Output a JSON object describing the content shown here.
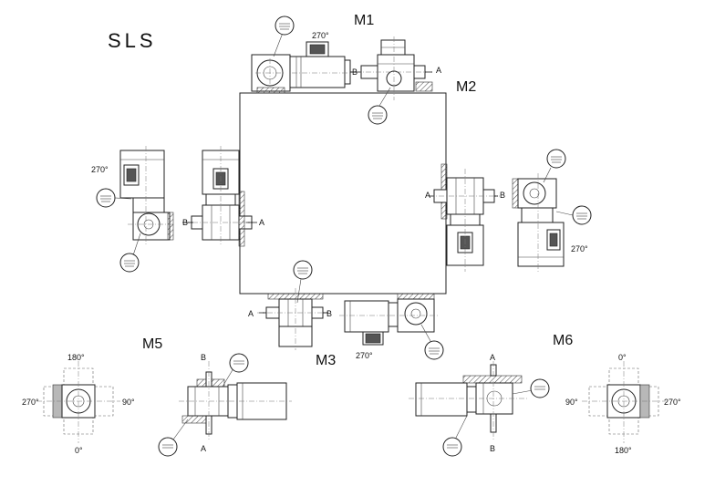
{
  "diagram": {
    "title": "SLS",
    "positions": {
      "m1": "M1",
      "m2": "M2",
      "m3": "M3",
      "m5": "M5",
      "m6": "M6"
    },
    "angles": {
      "m1_box": "270°",
      "left_box": "270°",
      "right_box": "270°",
      "m3_box": "270°",
      "m5_top": "180°",
      "m5_left": "270°",
      "m5_right": "90°",
      "m5_bottom": "0°",
      "m6_top": "0°",
      "m6_left": "90°",
      "m6_right": "270°",
      "m6_bottom": "180°"
    },
    "shaft_ends": {
      "a": "A",
      "b": "B"
    }
  }
}
